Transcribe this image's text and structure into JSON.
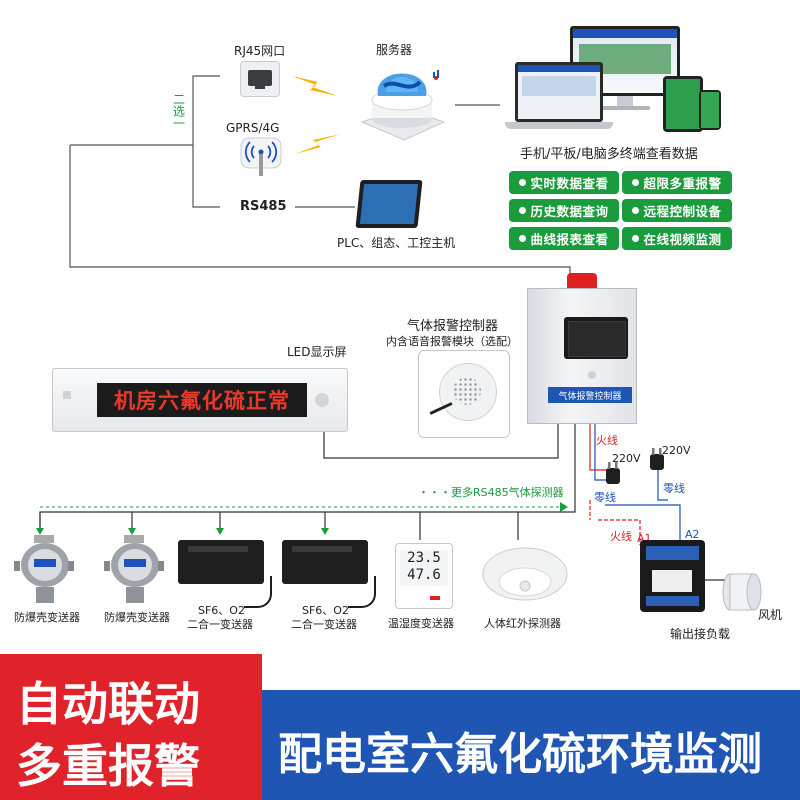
{
  "network": {
    "rj45": "RJ45网口",
    "gprs": "GPRS/4G",
    "rs485": "RS485",
    "choose_one": "二选一",
    "server": "服务器",
    "terminals": "手机/平板/电脑多终端查看数据",
    "plc": "PLC、组态、工控主机"
  },
  "features": [
    "实时数据查看",
    "超限多重报警",
    "历史数据查询",
    "远程控制设备",
    "曲线报表查看",
    "在线视频监测"
  ],
  "led": {
    "label": "LED显示屏",
    "scroll_text": "机房六氟化硫正常"
  },
  "controller": {
    "title": "气体报警控制器",
    "subtitle": "内含语音报警模块（选配）",
    "panel_label": "气体报警控制器"
  },
  "bus": {
    "more_detectors": "・・・更多RS485气体探测器"
  },
  "wiring": {
    "fire_line": "火线",
    "neutral_line": "零线",
    "v220": "220V",
    "a1": "A1",
    "a2": "A2",
    "fan": "风机",
    "output_load": "输出接负载"
  },
  "devices": [
    {
      "name": "防爆壳变送器"
    },
    {
      "name": "防爆壳变送器"
    },
    {
      "name_line1": "SF6、O2",
      "name_line2": "二合一变送器"
    },
    {
      "name_line1": "SF6、O2",
      "name_line2": "二合一变送器"
    },
    {
      "name": "温湿度变送器",
      "temp": "23.5",
      "hum": "47.6"
    },
    {
      "name": "人体红外探测器"
    }
  ],
  "banner": {
    "left_line1": "自动联动",
    "left_line2": "多重报警",
    "right": "配电室六氟化硫环境监测"
  },
  "colors": {
    "green": "#1a9b3c",
    "red": "#e02020",
    "blue": "#1f55b3",
    "banner_red": "#e0232b"
  }
}
